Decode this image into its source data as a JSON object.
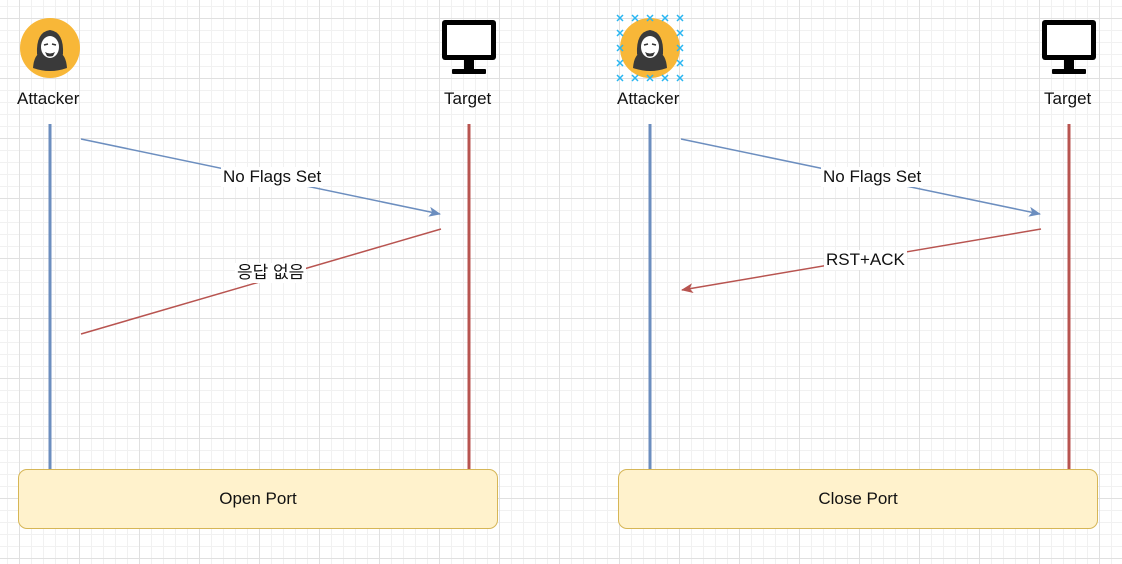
{
  "colors": {
    "attacker_line": "#6c8ebf",
    "target_line": "#b85450",
    "attacker_avatar": "#f8b738",
    "box_fill": "#fff2cc",
    "box_border": "#d6b656"
  },
  "icons": {
    "attacker": "hacker-avatar-icon",
    "target": "monitor-icon"
  },
  "scenarios": [
    {
      "attacker_label": "Attacker",
      "target_label": "Target",
      "request_label": "No Flags Set",
      "response_label": "응답 없음",
      "box_label": "Open Port"
    },
    {
      "attacker_label": "Attacker",
      "target_label": "Target",
      "request_label": "No Flags Set",
      "response_label": "RST+ACK",
      "box_label": "Close Port"
    }
  ]
}
